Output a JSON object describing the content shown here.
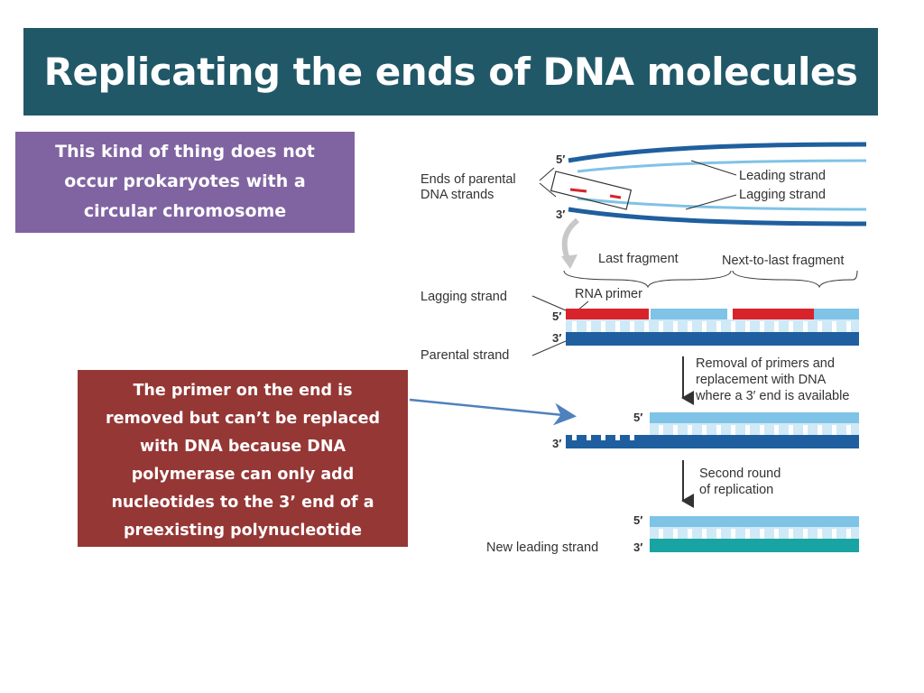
{
  "title": "Replicating the ends of DNA molecules",
  "note": {
    "lines": [
      "This kind of thing does not",
      "occur prokaryotes with  a",
      "circular chromosome"
    ]
  },
  "callout": {
    "lines": [
      "The primer on the end is",
      "removed but can’t be replaced",
      "with DNA because DNA",
      "polymerase can only add",
      "nucleotides to the 3’ end of a",
      "preexisting polynucleotide"
    ]
  },
  "diagram": {
    "labels": {
      "ends_line1": "Ends of parental",
      "ends_line2": "DNA strands",
      "leading_strand": "Leading strand",
      "lagging_strand": "Lagging strand",
      "last_fragment": "Last fragment",
      "next_to_last_fragment": "Next-to-last fragment",
      "lagging_strand_2": "Lagging strand",
      "rna_primer": "RNA primer",
      "parental_strand": "Parental strand",
      "removal_line1": "Removal of primers and",
      "removal_line2": "replacement with DNA",
      "removal_line3": "where a 3′ end is available",
      "second_round_line1": "Second round",
      "second_round_line2": "of replication",
      "new_leading_strand": "New leading strand",
      "five_prime": "5′",
      "three_prime": "3′"
    },
    "colors": {
      "title_bg": "#215868",
      "note_bg": "#8064a2",
      "callout_bg": "#953735",
      "arrow": "#4f81bd",
      "strand_dark": "#1f5f9f",
      "strand_light": "#7fc3e6",
      "primer_red": "#d8232a",
      "teal": "#1aa3a3"
    }
  }
}
